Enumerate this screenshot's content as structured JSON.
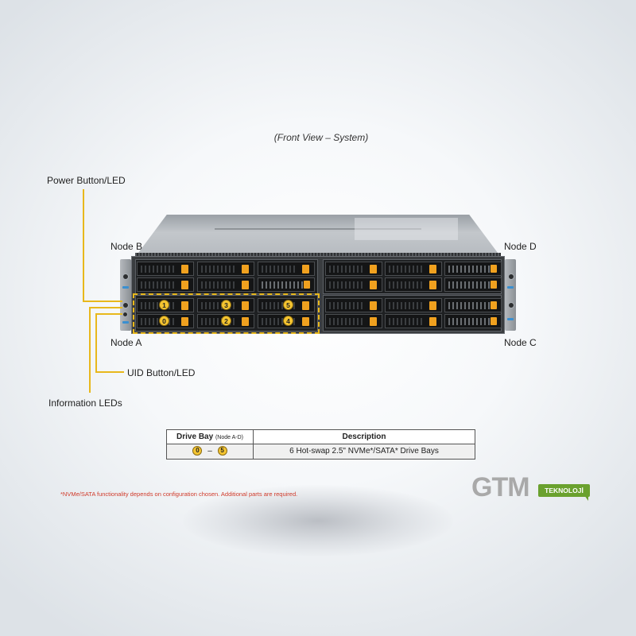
{
  "caption": "(Front View – System)",
  "callouts": {
    "power": "Power Button/LED",
    "uid": "UID Button/LED",
    "info": "Information LEDs",
    "node_a": "Node A",
    "node_b": "Node B",
    "node_c": "Node C",
    "node_d": "Node D"
  },
  "bay_numbers": [
    "1",
    "3",
    "5",
    "0",
    "2",
    "4"
  ],
  "table": {
    "header_bay": "Drive Bay",
    "header_bay_note": "(Node A-D)",
    "header_desc": "Description",
    "row_from": "0",
    "row_dash": "–",
    "row_to": "5",
    "row_desc": "6 Hot-swap 2.5\" NVMe*/SATA* Drive Bays"
  },
  "footnote": "*NVMe/SATA functionality depends on configuration chosen. Additional parts are required.",
  "logo": {
    "main": "GTM",
    "badge": "TEKNOLOJİ"
  },
  "colors": {
    "highlight": "#e8b81c",
    "drive_tab": "#f0a11f",
    "footnote": "#d03a2a",
    "logo_badge": "#6aa12e"
  }
}
